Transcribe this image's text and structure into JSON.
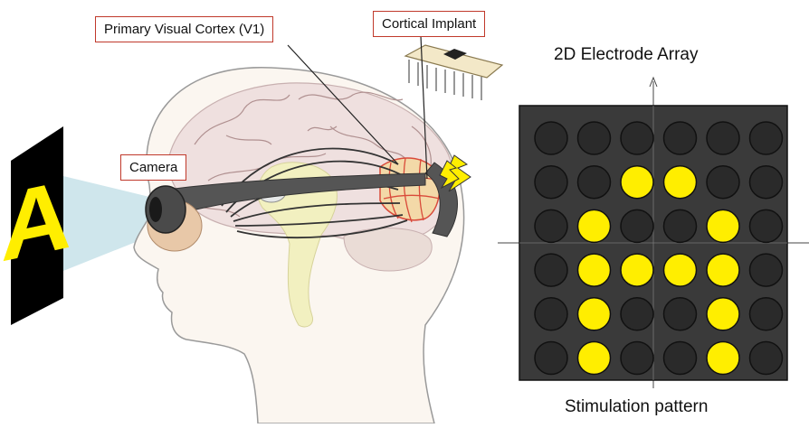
{
  "labels": {
    "primary_visual_cortex": "Primary Visual Cortex (V1)",
    "cortical_implant": "Cortical Implant",
    "camera": "Camera",
    "electrode_array": "2D Electrode Array",
    "stimulation_pattern": "Stimulation pattern"
  },
  "target_letter": "A",
  "electrode_grid": {
    "rows": 6,
    "cols": 6,
    "pattern": [
      [
        0,
        0,
        0,
        0,
        0,
        0
      ],
      [
        0,
        0,
        1,
        1,
        0,
        0
      ],
      [
        0,
        1,
        0,
        0,
        1,
        0
      ],
      [
        0,
        1,
        1,
        1,
        1,
        0
      ],
      [
        0,
        1,
        0,
        0,
        1,
        0
      ],
      [
        0,
        1,
        0,
        0,
        1,
        0
      ]
    ]
  },
  "colors": {
    "active_electrode": "#ffee00",
    "inactive_electrode": "#2a2a2a",
    "array_background": "#3a3a3a",
    "letter": "#ffee00",
    "letter_background": "#000000",
    "callout_border": "#c0392b",
    "head_outline": "#9a9a9a",
    "brain": "#efe0df",
    "gyri_lines": "#b09090",
    "visual_path": "#f2f0c0",
    "camera_cable": "#555555",
    "view_cone": "#cfe6ec",
    "v1_highlight": "#f3d9a8"
  }
}
